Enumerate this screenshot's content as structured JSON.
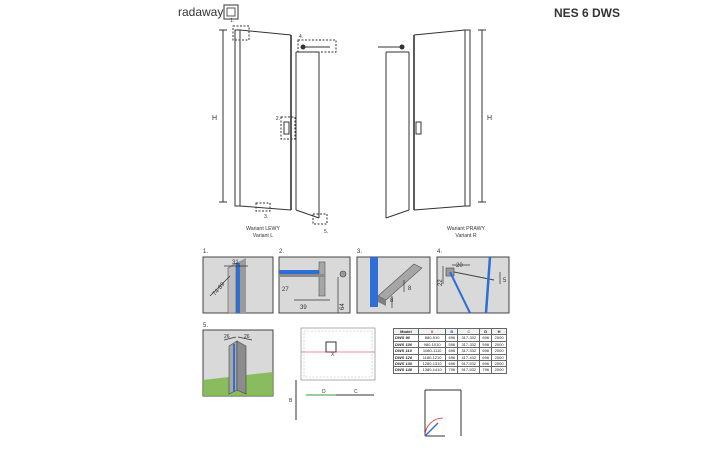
{
  "brand": {
    "name": "radaway"
  },
  "title": "NES 6 DWS",
  "drawings": {
    "left": {
      "height_label": "H",
      "caption_pl": "Wariant LEWY",
      "caption_en": "Variant L",
      "callouts": [
        "1.",
        "2.",
        "3.",
        "4.",
        "5."
      ]
    },
    "right": {
      "height_label": "H",
      "caption_pl": "Wariant PRAWY",
      "caption_en": "Variant R"
    }
  },
  "details": [
    {
      "num": "1.",
      "dims": [
        "31",
        "74-89"
      ]
    },
    {
      "num": "2.",
      "dims": [
        "27",
        "39",
        "64"
      ]
    },
    {
      "num": "3.",
      "dims": [
        "8",
        "8"
      ]
    },
    {
      "num": "4.",
      "dims": [
        "20",
        "22",
        "5"
      ]
    },
    {
      "num": "5.",
      "dims": [
        "26",
        "26"
      ]
    }
  ],
  "plan": {
    "dims": [
      "X",
      "D",
      "C",
      "B"
    ]
  },
  "table": {
    "headers": [
      "Model",
      "X",
      "B",
      "C",
      "D",
      "H"
    ],
    "header_colors": [
      "#222222",
      "#d9232e",
      "#1f5fa8",
      "#2e9c3f",
      "#222222",
      "#222222"
    ],
    "rows": [
      [
        "DWS 90",
        "880-910",
        "696",
        "317-332",
        "696",
        "2000"
      ],
      [
        "DWS 100",
        "980-1010",
        "596",
        "317-332",
        "596",
        "2000"
      ],
      [
        "DWS 110",
        "1080-1110",
        "696",
        "317-332",
        "696",
        "2000"
      ],
      [
        "DWS 120",
        "1180-1210",
        "696",
        "417-432",
        "696",
        "2000"
      ],
      [
        "DWS 130",
        "1280-1310",
        "696",
        "517-532",
        "696",
        "2000"
      ],
      [
        "DWS 140",
        "1380-1410",
        "796",
        "517-532",
        "796",
        "2000"
      ]
    ]
  },
  "colors": {
    "line": "#333333",
    "glass": "#2e6fd6",
    "panel_bg": "#d9d9d9",
    "floor": "#7ab648"
  }
}
